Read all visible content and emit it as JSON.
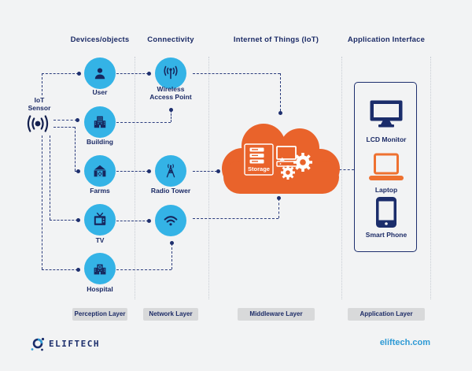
{
  "headers": [
    {
      "label": "Devices/objects"
    },
    {
      "label": "Connectivity"
    },
    {
      "label": "Internet of Things (IoT)"
    },
    {
      "label": "Application Interface"
    }
  ],
  "sensor": {
    "line1": "IoT",
    "line2": "Sensor"
  },
  "devices": [
    {
      "label": "User"
    },
    {
      "label": "Building"
    },
    {
      "label": "Farms"
    },
    {
      "label": "TV"
    },
    {
      "label": "Hospital"
    }
  ],
  "connectivity": {
    "wap": {
      "line1": "Wireless",
      "line2": "Access Point"
    },
    "radio": {
      "label": "Radio Tower"
    }
  },
  "cloud": {
    "storage_label": "Storage"
  },
  "applications": [
    {
      "label": "LCD Monitor"
    },
    {
      "label": "Laptop"
    },
    {
      "label": "Smart Phone"
    }
  ],
  "layers": [
    {
      "label": "Perception Layer"
    },
    {
      "label": "Network Layer"
    },
    {
      "label": "Middleware Layer"
    },
    {
      "label": "Application Layer"
    }
  ],
  "footer": {
    "brand": "ELIFTECH",
    "website": "eliftech.com"
  },
  "colors": {
    "background": "#f2f3f4",
    "circle_cyan": "#34b3e6",
    "navy": "#1c2b66",
    "cloud_orange": "#e9632b",
    "laptop_orange": "#ee7130",
    "badge_gray": "#d8d9da",
    "link_blue": "#2e9ad5"
  }
}
